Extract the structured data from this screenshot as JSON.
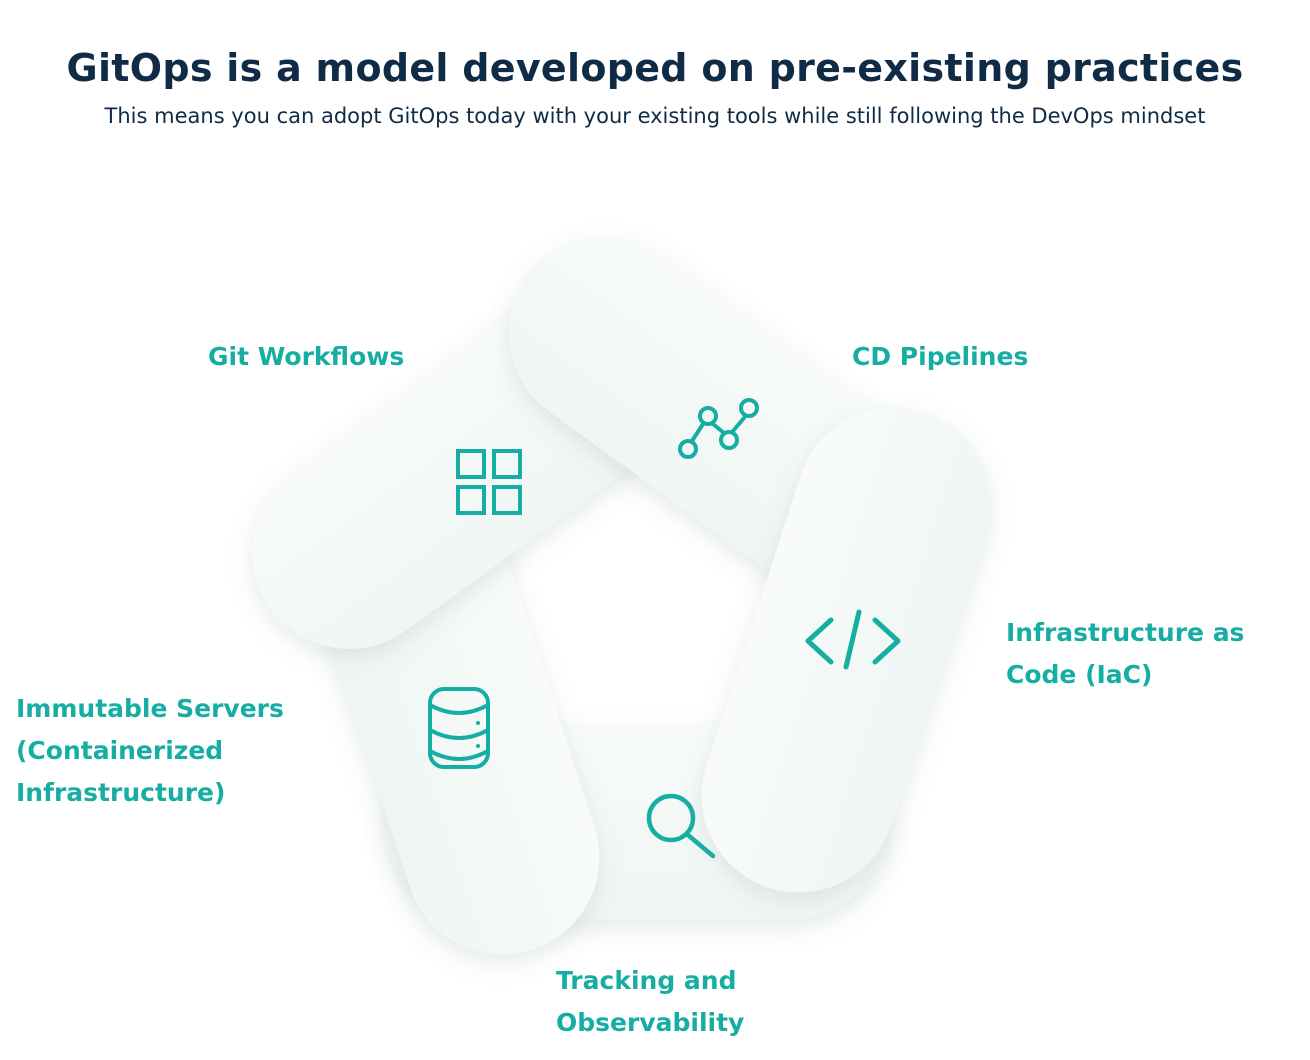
{
  "header": {
    "title": "GitOps is a model developed on pre-existing practices",
    "subtitle": "This means you can adopt GitOps today with your existing tools while still following the DevOps mindset"
  },
  "segments": [
    {
      "id": "git",
      "lines": [
        "Git Workflows"
      ],
      "icon": "grid-icon"
    },
    {
      "id": "cd",
      "lines": [
        "CD Pipelines"
      ],
      "icon": "pipeline-icon"
    },
    {
      "id": "iac",
      "lines": [
        "Infrastructure as",
        "Code (IaC)"
      ],
      "icon": "code-icon"
    },
    {
      "id": "track",
      "lines": [
        "Tracking and",
        "Observability"
      ],
      "icon": "search-icon"
    },
    {
      "id": "imm",
      "lines": [
        "Immutable Servers",
        "(Containerized",
        "Infrastructure)"
      ],
      "icon": "database-icon"
    }
  ],
  "colors": {
    "accent": "#16ada2",
    "title": "#0f2b45",
    "pill_fill": "#f3f8f6"
  }
}
